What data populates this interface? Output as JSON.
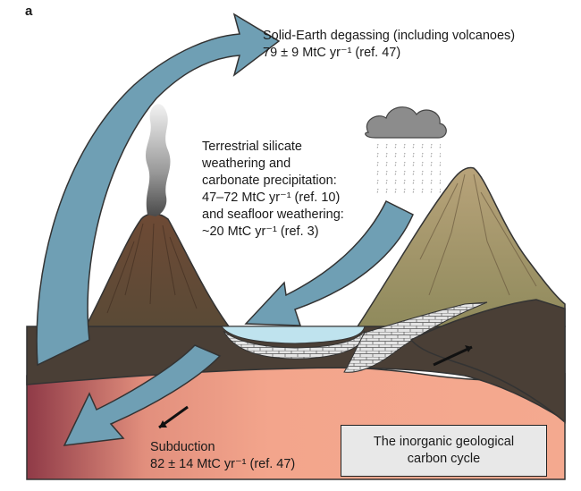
{
  "panel_label": "a",
  "labels": {
    "degassing": [
      "Solid-Earth degassing (including volcanoes)",
      "79 ± 9 MtC yr⁻¹ (ref. 47)"
    ],
    "weathering": [
      "Terrestrial silicate",
      "weathering and",
      "carbonate precipitation:",
      "47–72 MtC yr⁻¹ (ref. 10)",
      "and seafloor weathering:",
      "~20 MtC yr⁻¹ (ref. 3)"
    ],
    "subduction": [
      "Subduction",
      "82 ± 14 MtC yr⁻¹ (ref. 47)"
    ]
  },
  "caption_box": [
    "The inorganic geological",
    "carbon cycle"
  ],
  "colors": {
    "mantle": "#f3a58c",
    "mantle_dark": "#a84a4a",
    "crust": "#4a3f36",
    "volcano": "#7a5a3e",
    "mountain": "#a7946b",
    "ocean": "#bfe3ee",
    "arrow": "#6f9fb4",
    "cloud": "#8c8c8c",
    "caption_box": "#e8e8e8"
  }
}
